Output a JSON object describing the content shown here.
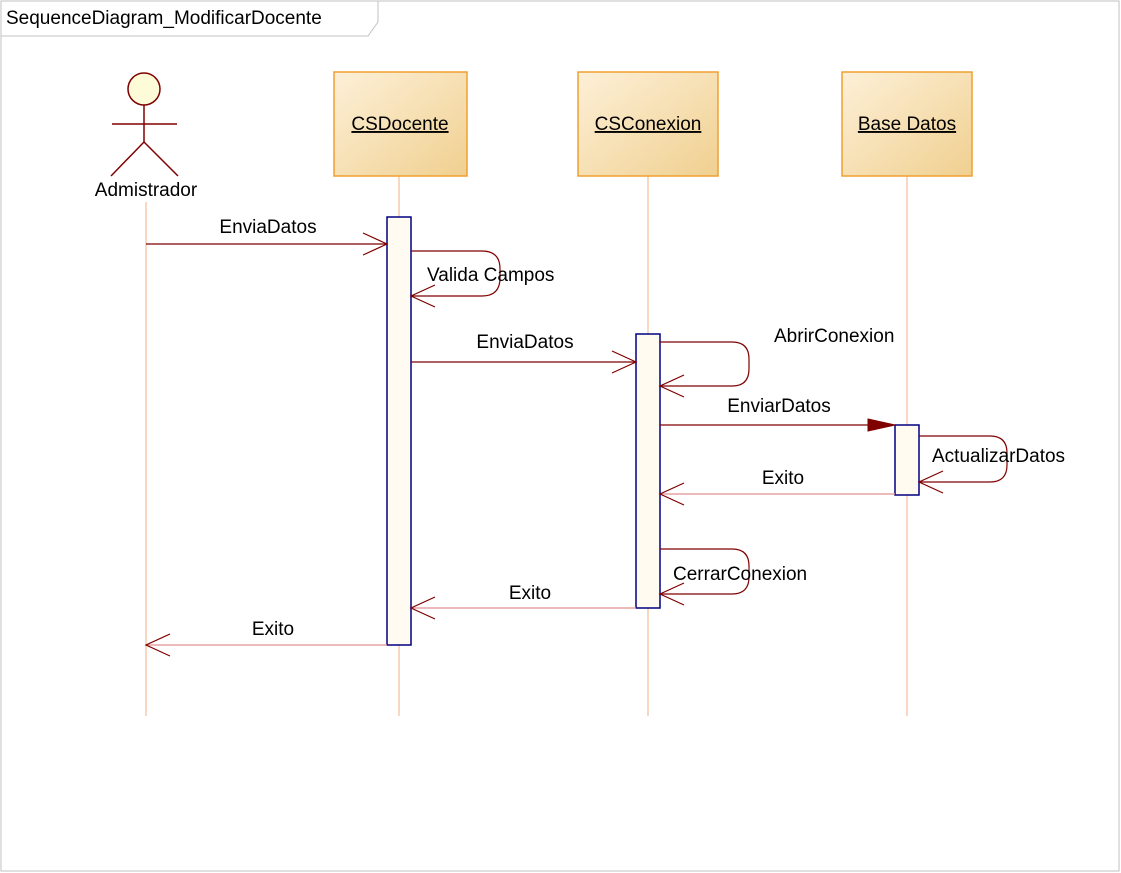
{
  "frame": {
    "title": "SequenceDiagram_ModificarDocente"
  },
  "actor": {
    "name": "Admistrador"
  },
  "participants": [
    {
      "name": "CSDocente"
    },
    {
      "name": "CSConexion"
    },
    {
      "name": "Base Datos"
    }
  ],
  "messages": [
    {
      "label": "EnviaDatos",
      "from": "Admistrador",
      "to": "CSDocente",
      "kind": "call"
    },
    {
      "label": "Valida Campos",
      "from": "CSDocente",
      "to": "CSDocente",
      "kind": "self"
    },
    {
      "label": "EnviaDatos",
      "from": "CSDocente",
      "to": "CSConexion",
      "kind": "call"
    },
    {
      "label": "AbrirConexion",
      "from": "CSConexion",
      "to": "CSConexion",
      "kind": "self"
    },
    {
      "label": "EnviarDatos",
      "from": "CSConexion",
      "to": "Base Datos",
      "kind": "call-filled"
    },
    {
      "label": "ActualizarDatos",
      "from": "Base Datos",
      "to": "Base Datos",
      "kind": "self"
    },
    {
      "label": "Exito",
      "from": "Base Datos",
      "to": "CSConexion",
      "kind": "return"
    },
    {
      "label": "CerrarConexion",
      "from": "CSConexion",
      "to": "CSConexion",
      "kind": "self"
    },
    {
      "label": "Exito",
      "from": "CSConexion",
      "to": "CSDocente",
      "kind": "return"
    },
    {
      "label": "Exito",
      "from": "CSDocente",
      "to": "Admistrador",
      "kind": "return"
    }
  ],
  "colors": {
    "frame_border": "#c0c0c0",
    "lifeline": "#f0b080",
    "message": "#800000",
    "activation_border": "#000080",
    "activation_fill": "#fffbf0",
    "box_border": "#f0a030",
    "box_fill_top": "#fdf0d8",
    "box_fill_bottom": "#f0d090",
    "actor_head_fill": "#fdfbd8"
  }
}
